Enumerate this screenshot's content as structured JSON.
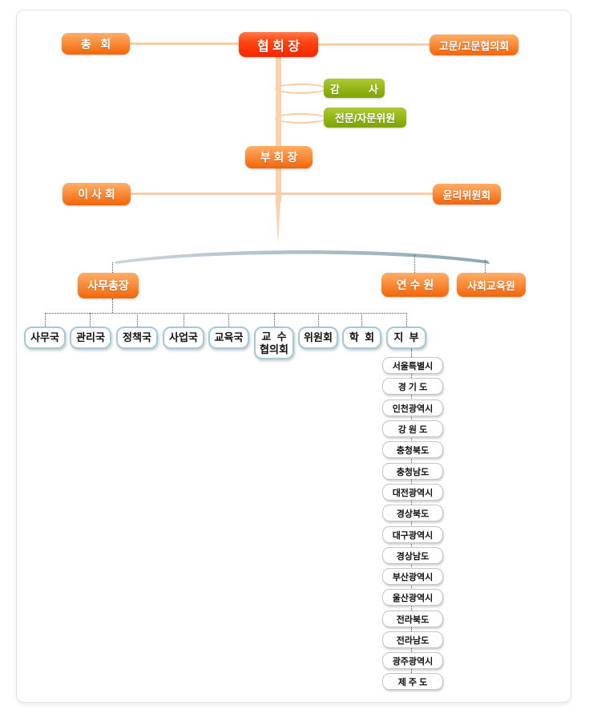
{
  "chart": {
    "type": "org-chart",
    "nodes": {
      "general_assembly": "총   회",
      "chairman": "협 회 장",
      "advisors": "고문/고문협의회",
      "auditor": "감          사",
      "expert_advisory": "전문/자문위원",
      "vice_chairman": "부 회 장",
      "board": "이 사 회",
      "ethics": "윤리위원회",
      "secretary_general": "사무총장",
      "training_institute": "연 수 원",
      "social_education": "사회교육원"
    },
    "departments": [
      "사무국",
      "관리국",
      "정책국",
      "사업국",
      "교육국",
      "교  수\n협의회",
      "위원회",
      "학  회",
      "지  부"
    ],
    "branches": [
      "서울특별시",
      "경 기 도",
      "인천광역시",
      "강 원 도",
      "충청북도",
      "충청남도",
      "대전광역시",
      "경상북도",
      "대구광역시",
      "경상남도",
      "부산광역시",
      "울산광역시",
      "전라북도",
      "전라남도",
      "광주광역시",
      "제 주 도"
    ],
    "colors": {
      "chairman_box": "#f72700",
      "orange_box": "#f2650a",
      "green_box": "#8fb312",
      "connector": "#f8cca4",
      "swoosh": "#9db3bd",
      "dept_border": "#a2cadc",
      "region_border": "#c4c4c4"
    }
  }
}
